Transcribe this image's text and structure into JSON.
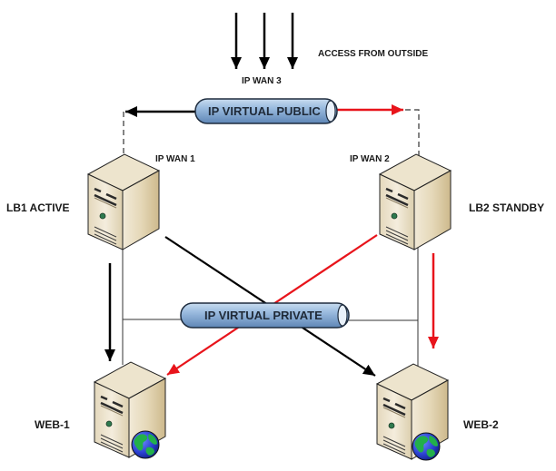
{
  "diagram": {
    "title_note": "ACCESS FROM OUTSIDE",
    "wan3_label": "IP WAN 3",
    "wan1_label": "IP WAN 1",
    "wan2_label": "IP WAN 2",
    "public_vip_label": "IP VIRTUAL PUBLIC",
    "private_vip_label": "IP VIRTUAL PRIVATE",
    "nodes": [
      {
        "id": "lb1",
        "label": "LB1 ACTIVE",
        "type": "server",
        "role": "active"
      },
      {
        "id": "lb2",
        "label": "LB2 STANDBY",
        "type": "server",
        "role": "standby"
      },
      {
        "id": "web1",
        "label": "WEB-1",
        "type": "web-server"
      },
      {
        "id": "web2",
        "label": "WEB-2",
        "type": "web-server"
      }
    ],
    "edges": [
      {
        "from": "outside",
        "to": "public_vip",
        "color": "black",
        "count": 3,
        "style": "arrow"
      },
      {
        "from": "public_vip",
        "to": "lb1",
        "color": "black",
        "style": "arrow-dashed"
      },
      {
        "from": "public_vip",
        "to": "lb2",
        "color": "red",
        "style": "arrow-dashed"
      },
      {
        "from": "lb1",
        "to": "web1",
        "color": "black",
        "style": "arrow"
      },
      {
        "from": "lb1",
        "to": "web2",
        "color": "black",
        "style": "arrow"
      },
      {
        "from": "lb2",
        "to": "web1",
        "color": "red",
        "style": "arrow"
      },
      {
        "from": "lb2",
        "to": "web2",
        "color": "red",
        "style": "arrow"
      },
      {
        "from": "private_vip",
        "to": "lb1-web1-link",
        "color": "gray",
        "style": "line"
      },
      {
        "from": "private_vip",
        "to": "lb2-web2-link",
        "color": "gray",
        "style": "line"
      }
    ],
    "colors": {
      "active_path": "#000000",
      "standby_path": "#e8141b",
      "tube_fill": "#8fb1d6",
      "tube_stroke": "#1e2c3e",
      "server_face": "#ece3cf",
      "server_side": "#d8c9a5",
      "server_top": "#e9dfc6"
    }
  }
}
